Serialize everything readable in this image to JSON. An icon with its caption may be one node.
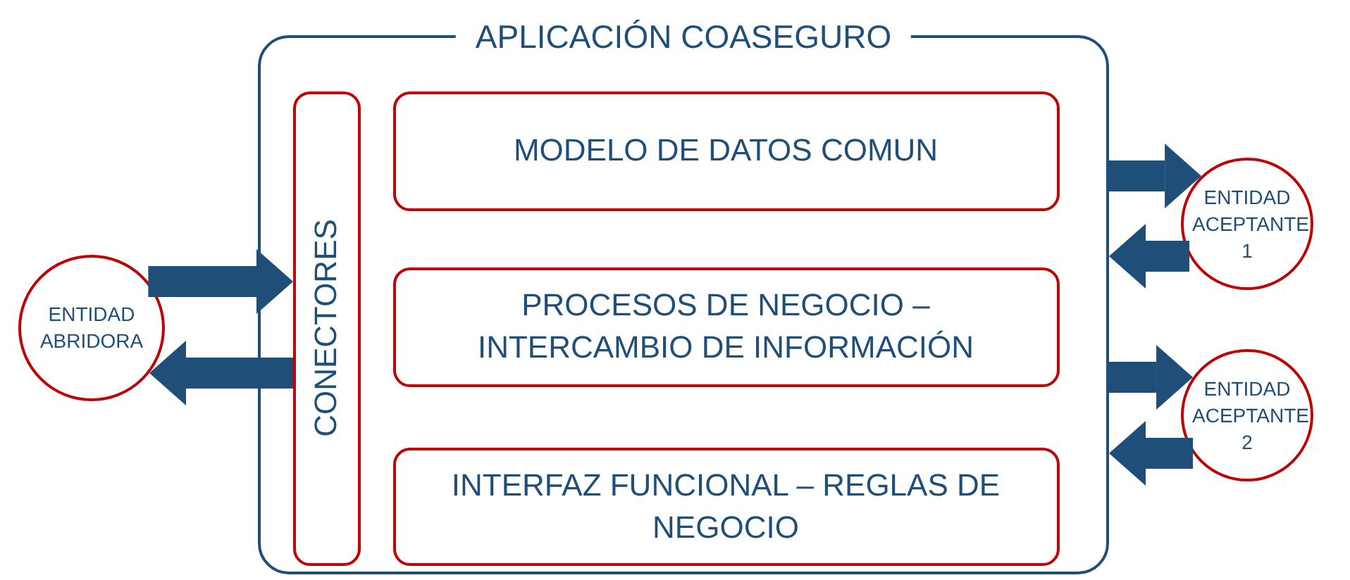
{
  "diagram": {
    "nodes": [
      {
        "text": [
          "APLICACIÓN COASEGURO"
        ]
      },
      {
        "text": [
          "CONECTORES"
        ],
        "in": 0
      },
      {
        "text": [
          "MODELO DE DATOS COMUN"
        ],
        "in": 0
      },
      {
        "text": [
          "PROCESOS DE NEGOCIO – INTERCAMBIO DE INFORMACIÓN"
        ],
        "in": 0
      },
      {
        "text": [
          "INTERFAZ FUNCIONAL – REGLAS DE NEGOCIO"
        ],
        "in": 0
      },
      {
        "text": [
          "ENTIDAD ABRIDORA"
        ]
      },
      {
        "text": [
          "ENTIDAD ACEPTANTE 1"
        ]
      },
      {
        "text": [
          "ENTIDAD ACEPTANTE 2"
        ]
      }
    ],
    "edges": [
      {
        "from": 5,
        "to": 1,
        "arrow": "to"
      },
      {
        "from": 1,
        "to": 5,
        "arrow": "to"
      },
      {
        "from": 0,
        "to": 6,
        "arrow": "to"
      },
      {
        "from": 6,
        "to": 0,
        "arrow": "to"
      },
      {
        "from": 0,
        "to": 7,
        "arrow": "to"
      },
      {
        "from": 7,
        "to": 0,
        "arrow": "to"
      }
    ]
  }
}
